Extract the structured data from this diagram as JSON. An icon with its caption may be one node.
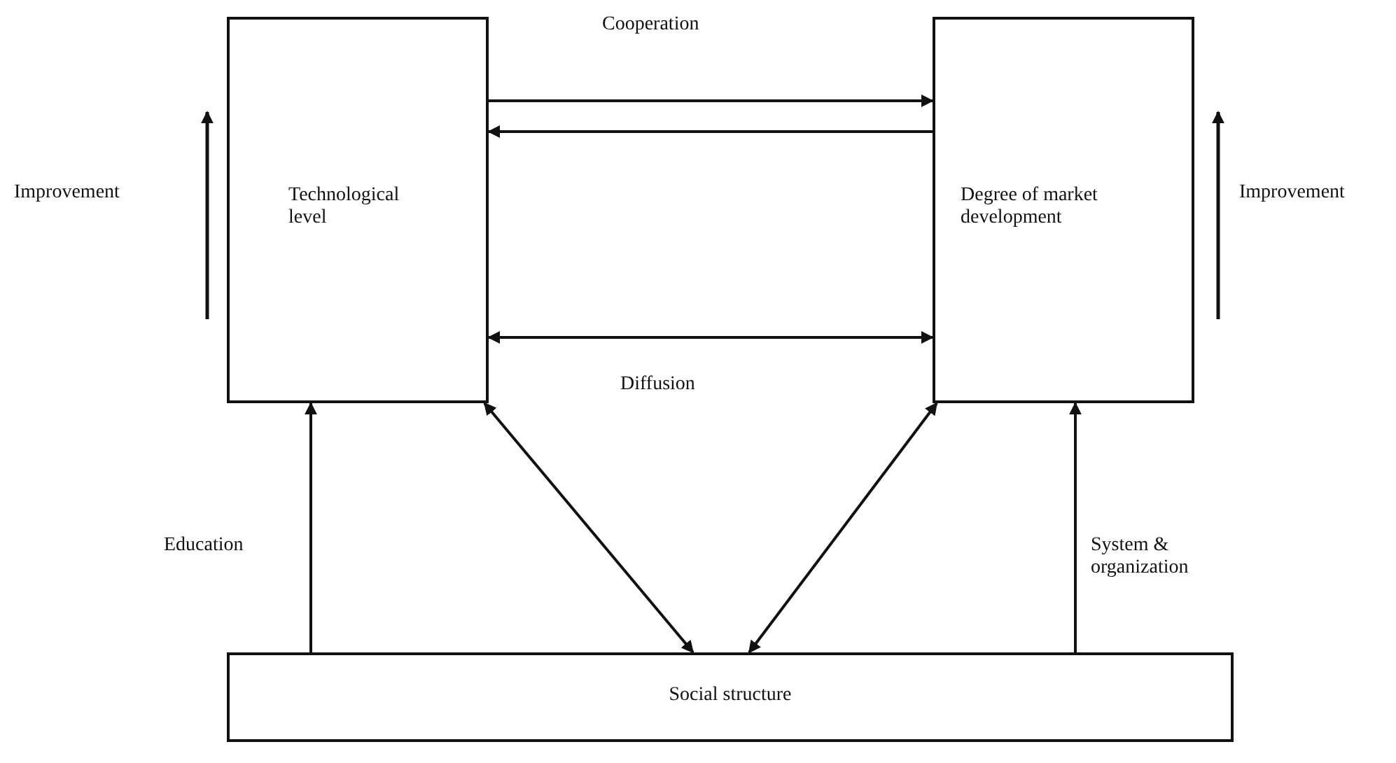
{
  "diagram": {
    "nodes": [
      {
        "text": [
          "Technological level"
        ]
      },
      {
        "text": [
          "Degree of market development"
        ]
      },
      {
        "text": [
          "Social structure"
        ]
      }
    ],
    "edges": [
      {
        "from": 0,
        "to": 1,
        "arrow": "to",
        "label": "Cooperation"
      },
      {
        "from": 1,
        "to": 0,
        "arrow": "to"
      },
      {
        "from": 0,
        "to": 1,
        "arrow": "both",
        "label": "Diffusion"
      },
      {
        "from": 2,
        "to": 0,
        "arrow": "to",
        "label": "Education"
      },
      {
        "from": 2,
        "to": 1,
        "arrow": "to",
        "label": "System & organization"
      },
      {
        "from": 2,
        "to": 0,
        "arrow": "both"
      },
      {
        "from": 2,
        "to": 1,
        "arrow": "both"
      }
    ],
    "labels": [
      "Improvement",
      "Improvement"
    ]
  }
}
